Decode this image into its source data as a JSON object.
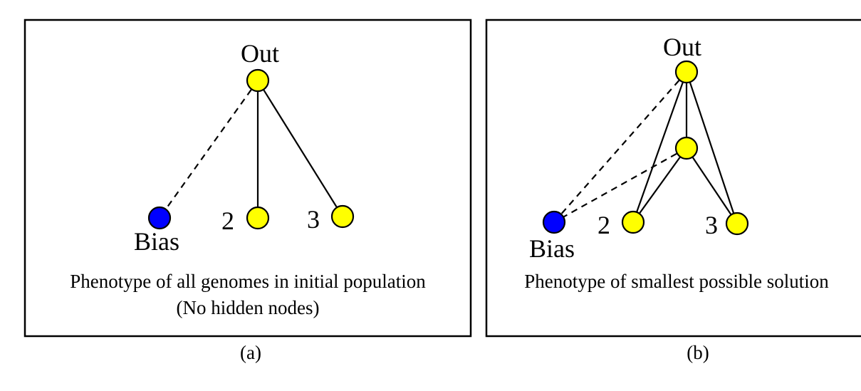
{
  "colors": {
    "input_node": "#ffff00",
    "bias_node": "#0000ff",
    "stroke": "#000000"
  },
  "panels": [
    {
      "id": "a",
      "caption_line1": "Phenotype of all genomes in initial population",
      "caption_line2": "(No hidden nodes)",
      "sublabel": "(a)",
      "labels": {
        "out": "Out",
        "bias": "Bias",
        "input2": "2",
        "input3": "3"
      }
    },
    {
      "id": "b",
      "caption_line1": "Phenotype of smallest possible solution",
      "sublabel": "(b)",
      "labels": {
        "out": "Out",
        "bias": "Bias",
        "input2": "2",
        "input3": "3"
      }
    }
  ],
  "connections": {
    "a": [
      {
        "from": "bias",
        "to": "out",
        "style": "dashed"
      },
      {
        "from": "input2",
        "to": "out",
        "style": "solid"
      },
      {
        "from": "input3",
        "to": "out",
        "style": "solid"
      }
    ],
    "b": [
      {
        "from": "bias",
        "to": "out",
        "style": "dashed"
      },
      {
        "from": "bias",
        "to": "hidden",
        "style": "dashed"
      },
      {
        "from": "input2",
        "to": "out",
        "style": "solid"
      },
      {
        "from": "input3",
        "to": "out",
        "style": "solid"
      },
      {
        "from": "hidden",
        "to": "out",
        "style": "solid"
      },
      {
        "from": "input2",
        "to": "hidden",
        "style": "solid"
      },
      {
        "from": "input3",
        "to": "hidden",
        "style": "solid"
      }
    ]
  }
}
